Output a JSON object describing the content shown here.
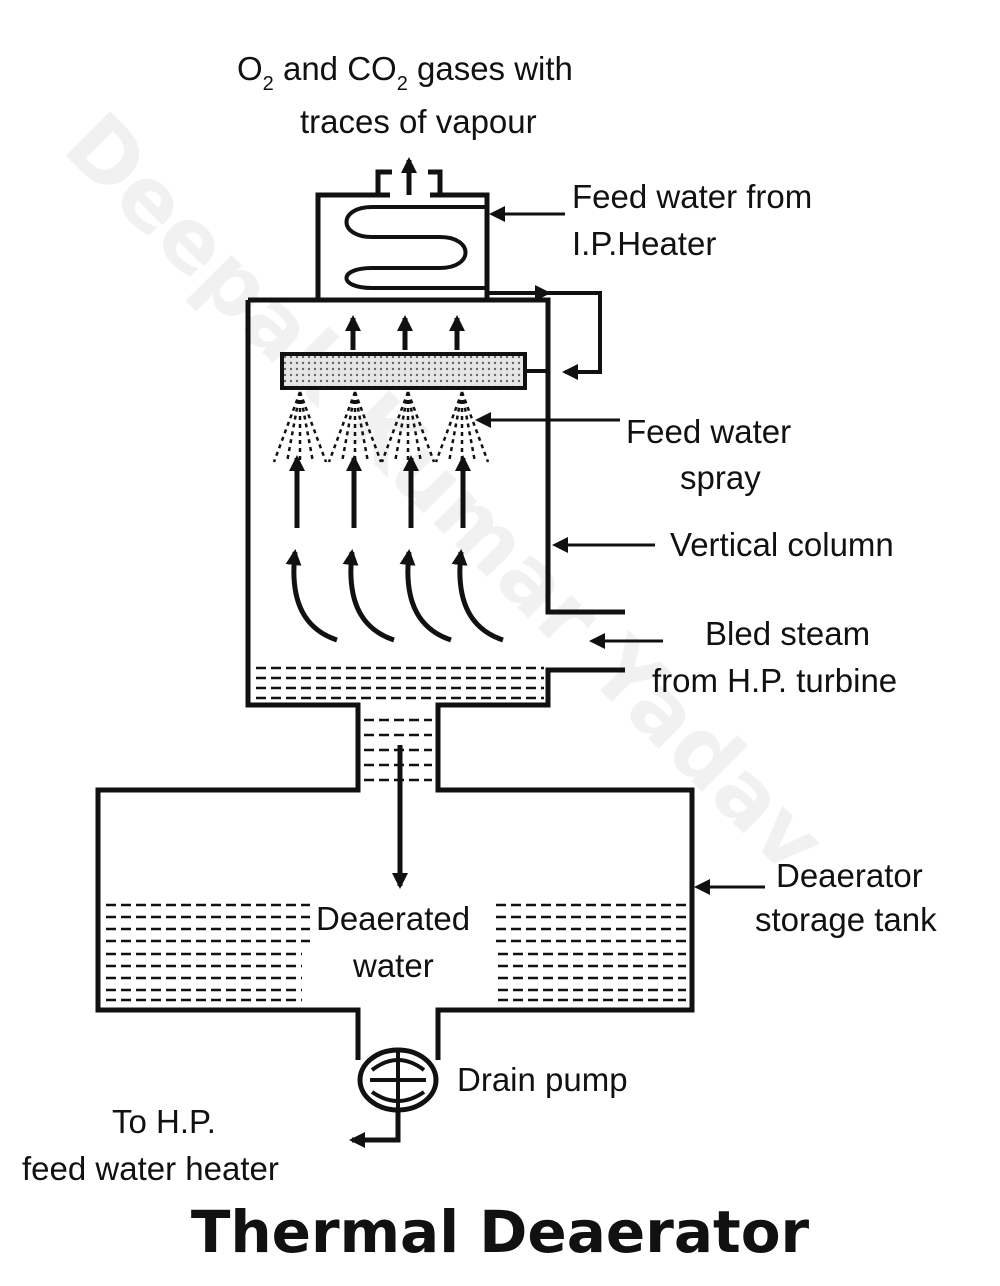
{
  "title": "Thermal Deaerator",
  "watermark": "Deepak Kumar Yadav",
  "labels": {
    "gases_line1_a": "O",
    "gases_line1_sub_a": "2",
    "gases_line1_b": " and CO",
    "gases_line1_sub_b": "2",
    "gases_line1_c": " gases with",
    "gases_line2": "traces of vapour",
    "feed_water_from_line1": "Feed water from",
    "feed_water_from_line2": "I.P.Heater",
    "feed_water_spray_line1": "Feed water",
    "feed_water_spray_line2": "spray",
    "vertical_column": "Vertical column",
    "bled_steam_line1": "Bled steam",
    "bled_steam_line2": "from H.P. turbine",
    "deaerator_tank_line1": "Deaerator",
    "deaerator_tank_line2": "storage tank",
    "deaerated_water_line1": "Deaerated",
    "deaerated_water_line2": "water",
    "drain_pump": "Drain pump",
    "to_hp_line1": "To H.P.",
    "to_hp_line2": "feed water heater"
  },
  "colors": {
    "ink": "#111111",
    "tray_fill": "#d4d4d4",
    "background": "#ffffff"
  }
}
